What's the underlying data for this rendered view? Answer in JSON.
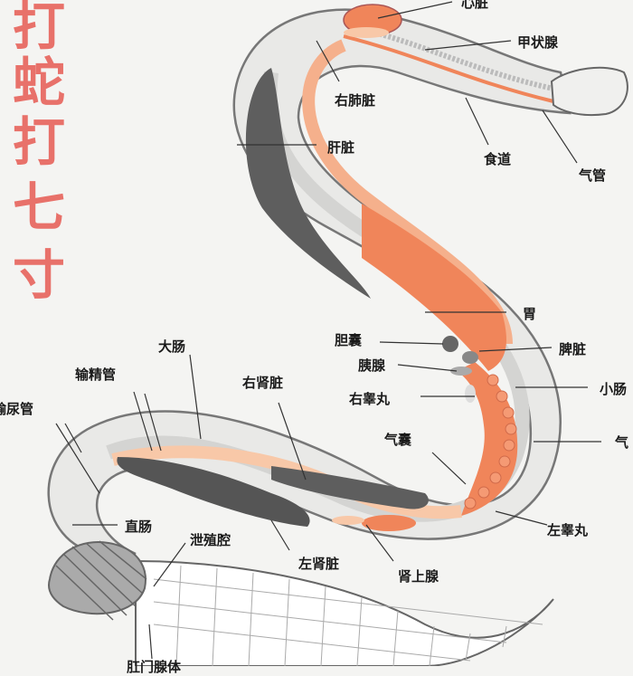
{
  "title_chars": [
    "打",
    "蛇",
    "打",
    "七",
    "寸"
  ],
  "labels": {
    "heart": "心脏",
    "thyroid": "甲状腺",
    "right_lung": "右肺脏",
    "esophagus": "食道",
    "trachea": "气管",
    "liver": "肝脏",
    "stomach": "胃",
    "gallbladder": "胆囊",
    "spleen": "脾脏",
    "pancreas": "胰腺",
    "small_intestine": "小肠",
    "right_testis": "右睾丸",
    "air_sac_right": "气",
    "air_sac": "气囊",
    "large_intestine": "大肠",
    "vas_deferens": "输精管",
    "ureter": "输尿管",
    "right_kidney": "右肾脏",
    "left_testis": "左睾丸",
    "rectum": "直肠",
    "cloaca": "泄殖腔",
    "left_kidney": "左肾脏",
    "adrenal": "肾上腺",
    "bottom": "肛门腺体"
  },
  "colors": {
    "title": "#e8716a",
    "organ_orange": "#f0855a",
    "organ_light": "#f8c8a8",
    "organ_dark": "#5e5e5e",
    "body_outline": "#777777"
  }
}
